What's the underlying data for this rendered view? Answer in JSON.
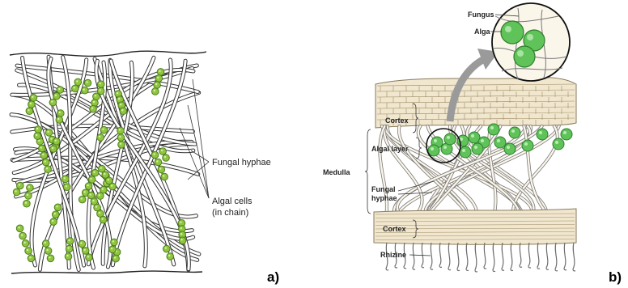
{
  "panel_a": {
    "labels": {
      "algal_cells_line1": "Algal cells",
      "algal_cells_line2": "(in chain)",
      "fungal_hyphae": "Fungal hyphae"
    },
    "tag": "a)"
  },
  "panel_b": {
    "labels": {
      "fungus": "Fungus",
      "alga": "Alga",
      "cortex_top": "Cortex",
      "algal_layer": "Algal layer",
      "medulla": "Medulla",
      "fungal_hyphae_line1": "Fungal",
      "fungal_hyphae_line2": "hyphae",
      "cortex_bottom": "Cortex",
      "rhizine": "Rhizine"
    },
    "tag": "b)"
  },
  "colors": {
    "alga_green": "#8fc63f",
    "alga_dark": "#4f7d1d",
    "alga_b": "#5fc35a",
    "cortex_fill": "#f1e7cf",
    "arrow_grey": "#9a9a9a",
    "hypha_stroke": "#555555"
  }
}
